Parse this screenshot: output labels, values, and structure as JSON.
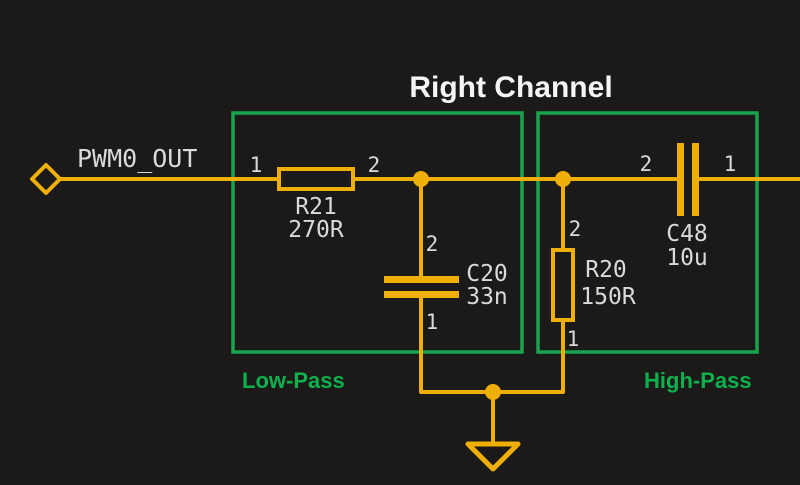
{
  "title": "Right Channel",
  "input_net": {
    "label": "PWM0_OUT"
  },
  "sections": {
    "low_pass": {
      "label": "Low-Pass"
    },
    "high_pass": {
      "label": "High-Pass"
    }
  },
  "components": {
    "r21": {
      "ref": "R21",
      "value": "270R",
      "pin1": "1",
      "pin2": "2"
    },
    "c20": {
      "ref": "C20",
      "value": "33n",
      "pin1": "1",
      "pin2": "2"
    },
    "r20": {
      "ref": "R20",
      "value": "150R",
      "pin1": "1",
      "pin2": "2"
    },
    "c48": {
      "ref": "C48",
      "value": "10u",
      "pin1": "1",
      "pin2": "2"
    }
  },
  "colors": {
    "background": "#1C1A18",
    "wire": "#EFAF06",
    "box_green": "#17A44C",
    "label_green": "#0CB14E",
    "title_text": "#F5F5F5",
    "schematic_text": "#DADADA"
  }
}
